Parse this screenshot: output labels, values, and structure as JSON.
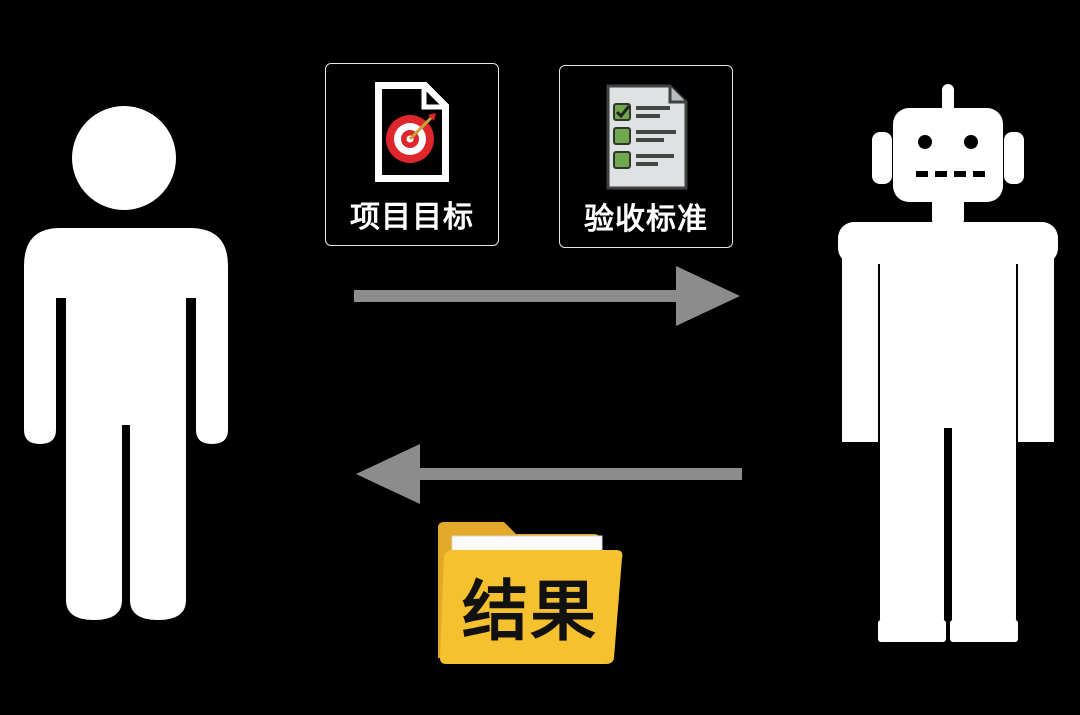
{
  "cards": {
    "goal": {
      "label": "项目目标",
      "icon": "target-document-icon"
    },
    "acceptance": {
      "label": "验收标准",
      "icon": "checklist-icon"
    }
  },
  "result": {
    "label": "结果",
    "icon": "folder-icon"
  },
  "actors": {
    "human": {
      "icon": "person-icon"
    },
    "robot": {
      "icon": "robot-icon"
    }
  },
  "colors": {
    "background": "#000000",
    "arrow": "#8c8c8c",
    "folder": "#f5c12e",
    "target_red": "#e0262d",
    "checklist_green": "#6ea84a"
  }
}
